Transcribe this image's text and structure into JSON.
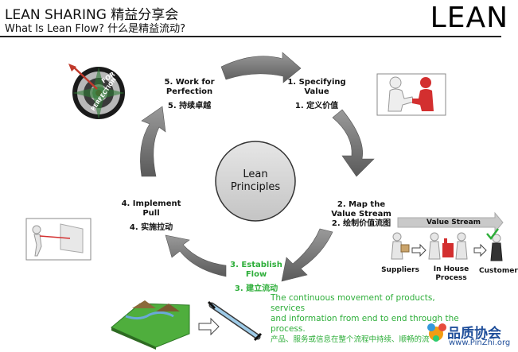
{
  "header": {
    "title": "LEAN SHARING  精益分享会",
    "subtitle": "What Is Lean Flow?  什么是精益流动?",
    "logo": "LEAN"
  },
  "center": {
    "line1": "Lean",
    "line2": "Principles"
  },
  "steps": [
    {
      "en_line1": "1. Specifying",
      "en_line2": "Value",
      "zh": "1. 定义价值"
    },
    {
      "en_line1": "2. Map the",
      "en_line2": "Value Stream",
      "zh": "2. 绘制价值流图"
    },
    {
      "en_line1": "3. Establish",
      "en_line2": "Flow",
      "zh": "3. 建立流动"
    },
    {
      "en_line1": "4. Implement",
      "en_line2": "Pull",
      "zh": "4. 实施拉动"
    },
    {
      "en_line1": "5. Work for",
      "en_line2": "Perfection",
      "zh": "5. 持续卓越"
    }
  ],
  "value_stream": {
    "banner": "Value Stream",
    "suppliers": "Suppliers",
    "in_house_line1": "In House",
    "in_house_line2": "Process",
    "customer": "Customer"
  },
  "dartboard": {
    "word1": "FOR",
    "word2": "PERFECTION"
  },
  "flow_description": {
    "en_line1": "The continuous movement of products, services",
    "en_line2": "and information from end to end through the",
    "en_line3": "process.",
    "zh": "产品、服务或信息在整个流程中持续、顺畅的流动"
  },
  "watermark": {
    "name": "品质协会",
    "url": "www.PinZhi.org"
  },
  "colors": {
    "arrow_fill": "#7a7a7a",
    "circle_fill": "#d9d9d9",
    "green_text": "#2eae3a",
    "vs_banner": "#c9c9c9"
  }
}
